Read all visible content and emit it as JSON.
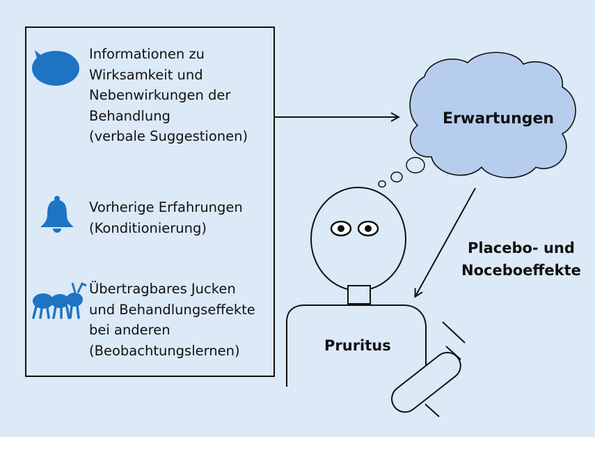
{
  "items": [
    {
      "icon": "speech-bubble-icon",
      "lines": [
        "Informationen zu",
        "Wirksamkeit und",
        "Nebenwirkungen der",
        "Behandlung",
        "(verbale Suggestionen)"
      ]
    },
    {
      "icon": "bell-icon",
      "lines": [
        "Vorherige Erfahrungen",
        "(Konditionierung)"
      ]
    },
    {
      "icon": "ants-icon",
      "lines": [
        "Übertragbares Jucken",
        "und Behandlungseffekte",
        "bei anderen",
        "(Beobachtungslernen)"
      ]
    }
  ],
  "cloud_label": "Erwartungen",
  "effect_label": [
    "Placebo- und",
    "Noceboeffekte"
  ],
  "person_label": "Pruritus",
  "colors": {
    "background": "#dce9f7",
    "icon_blue": "#1e73c2",
    "cloud_fill": "#b6cdee",
    "stroke": "#111111"
  }
}
